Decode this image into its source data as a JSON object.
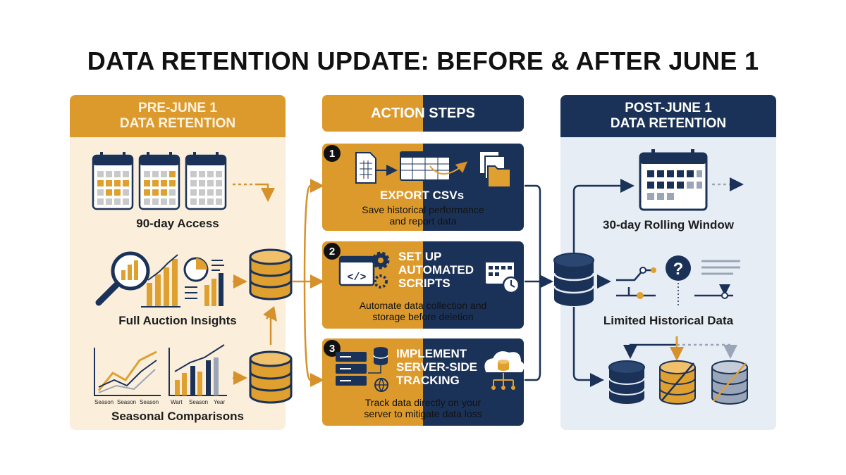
{
  "title": "DATA RETENTION UPDATE: BEFORE & AFTER JUNE 1",
  "pre": {
    "heading_line1": "PRE-JUNE 1",
    "heading_line2": "DATA RETENTION",
    "items": [
      "90-day Access",
      "Full Auction Insights",
      "Seasonal Comparisons"
    ],
    "chart_ticks_left": [
      "Season",
      "Season",
      "Season"
    ],
    "chart_ticks_right": [
      "Wart",
      "Season",
      "Year"
    ]
  },
  "steps": {
    "heading": "ACTION STEPS",
    "list": [
      {
        "number": "1",
        "title_lines": [
          "EXPORT CSVs"
        ],
        "desc_lines": [
          "Save historical performance",
          "and report data"
        ]
      },
      {
        "number": "2",
        "title_lines": [
          "SET UP",
          "AUTOMATED",
          "SCRIPTS"
        ],
        "desc_lines": [
          "Automate data collection and",
          "storage before deletion"
        ]
      },
      {
        "number": "3",
        "title_lines": [
          "IMPLEMENT",
          "SERVER-SIDE",
          "TRACKING"
        ],
        "desc_lines": [
          "Track data directly on your",
          "server to mitigate data loss"
        ]
      }
    ]
  },
  "post": {
    "heading_line1": "POST-JUNE 1",
    "heading_line2": "DATA RETENTION",
    "items": [
      "30-day Rolling Window",
      "Limited Historical Data"
    ]
  },
  "colors": {
    "orange": "#dd9a2c",
    "navy": "#1b3258",
    "pre_bg": "#fbefdc",
    "post_bg": "#e7edf5"
  },
  "icons": [
    "calendar-icon",
    "magnifier-icon",
    "bar-chart-icon",
    "pie-chart-icon",
    "line-chart-icon",
    "database-icon",
    "spreadsheet-icon",
    "folder-icon",
    "code-icon",
    "gear-icon",
    "clock-icon",
    "server-icon",
    "globe-icon",
    "cloud-icon",
    "question-icon",
    "arrow-icon"
  ]
}
